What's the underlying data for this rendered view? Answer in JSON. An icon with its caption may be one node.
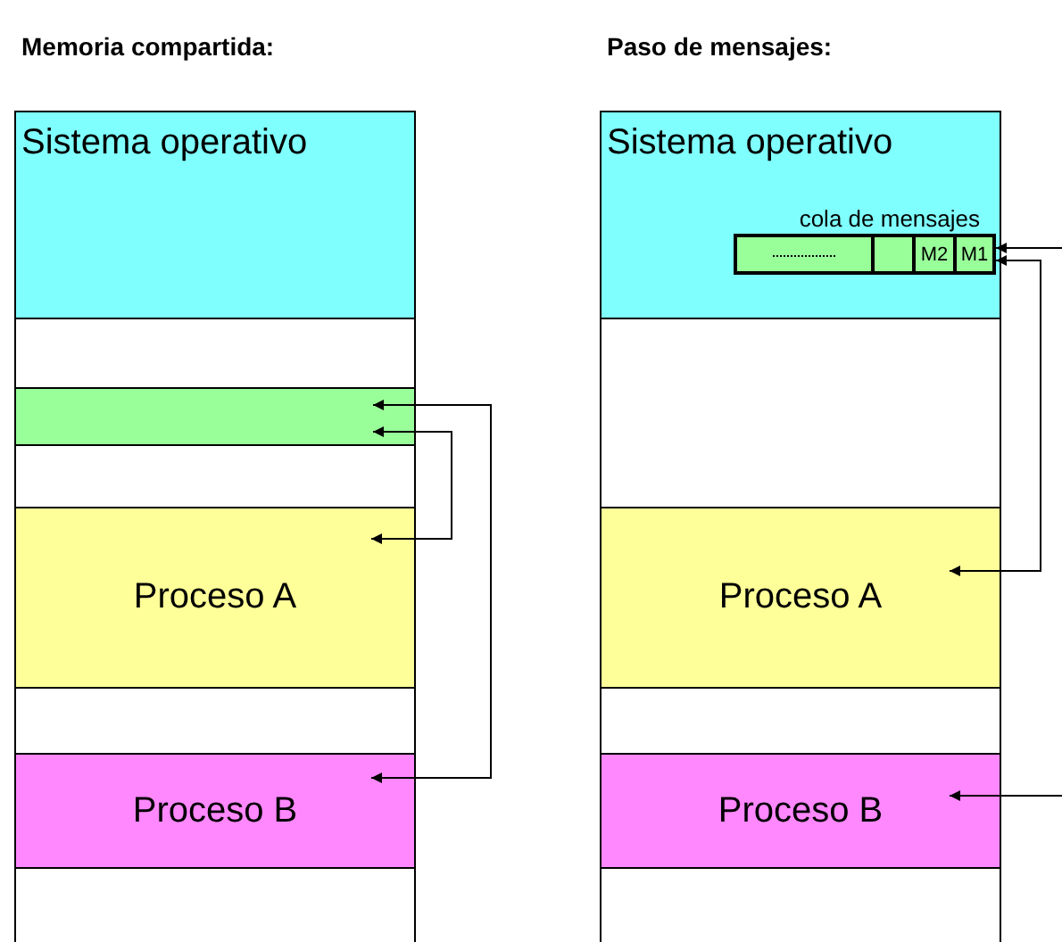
{
  "diagram": {
    "nodes": [
      {
        "text": [
          "Sistema operativo"
        ]
      },
      {
        "text": [],
        "shape": "box"
      },
      {
        "text": [],
        "shape": "box"
      },
      {
        "text": [],
        "shape": "box"
      },
      {
        "text": [
          "Proceso A"
        ]
      },
      {
        "text": [],
        "shape": "box"
      },
      {
        "text": [
          "Proceso B"
        ]
      },
      {
        "text": [],
        "shape": "box"
      },
      {
        "text": [
          "Sistema operativo"
        ]
      },
      {
        "text": [
          "cola de mensajes"
        ],
        "in": 8
      },
      {
        "text": [],
        "shape": "box",
        "in": 9
      },
      {
        "text": [],
        "shape": "box",
        "in": 9
      },
      {
        "text": [
          "M2"
        ],
        "in": 9
      },
      {
        "text": [
          "M1"
        ],
        "in": 9
      },
      {
        "text": [],
        "shape": "box"
      },
      {
        "text": [
          "Proceso A"
        ]
      },
      {
        "text": [],
        "shape": "box"
      },
      {
        "text": [
          "Proceso B"
        ]
      },
      {
        "text": [],
        "shape": "box"
      }
    ],
    "edges": [
      {
        "from": 6,
        "to": 2,
        "arrow": "both"
      },
      {
        "from": 4,
        "to": 2,
        "arrow": "both"
      },
      {
        "from": 15,
        "to": 13,
        "arrow": "both"
      },
      {
        "from": null,
        "to": 13,
        "arrow": "to"
      },
      {
        "from": null,
        "to": 17,
        "arrow": "to"
      }
    ],
    "labels": [
      "Memoria compartida:",
      "Paso de mensajes:"
    ]
  }
}
